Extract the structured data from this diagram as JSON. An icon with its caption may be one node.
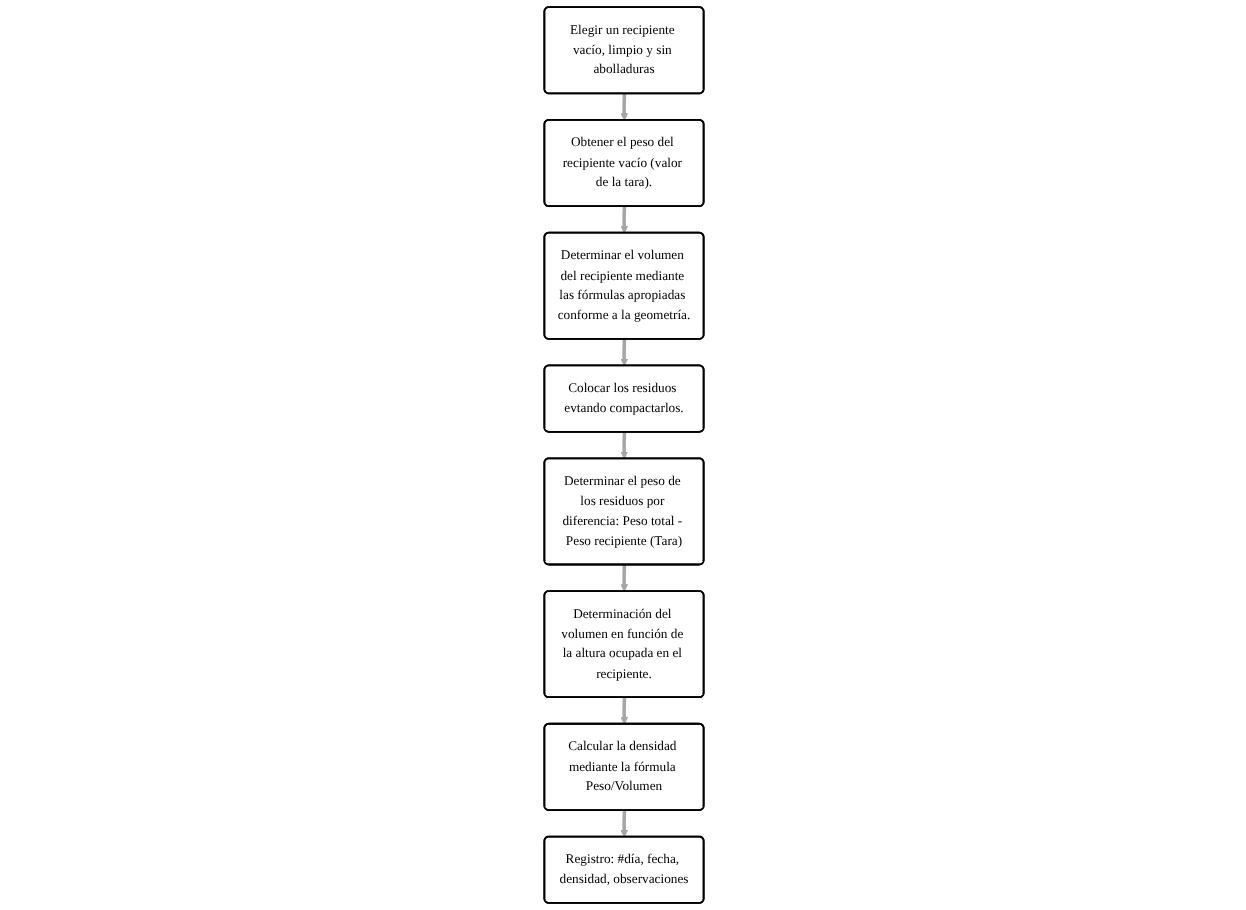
{
  "diagram": {
    "nodes": [
      {
        "text": [
          "Elegir un recipiente vacío, limpio y sin abolladuras"
        ]
      },
      {
        "text": [
          "Obtener el peso del recipiente vacío (valor de la tara)."
        ]
      },
      {
        "text": [
          "Determinar el volumen del recipiente mediante las fórmulas apropiadas conforme a la geometría."
        ]
      },
      {
        "text": [
          "Colocar los residuos evtando compactarlos."
        ]
      },
      {
        "text": [
          "Determinar el peso de los residuos por diferencia: Peso total - Peso recipiente (Tara)"
        ]
      },
      {
        "text": [
          "Determinación del volumen en función de la altura ocupada en el recipiente."
        ]
      },
      {
        "text": [
          "Calcular la densidad mediante la fórmula Peso/Volumen"
        ]
      },
      {
        "text": [
          "Registro: #día, fecha, densidad, observaciones"
        ]
      }
    ],
    "edges": [
      {
        "from": 0,
        "to": 1,
        "arrow": "to"
      },
      {
        "from": 1,
        "to": 2,
        "arrow": "to"
      },
      {
        "from": 2,
        "to": 3,
        "arrow": "to"
      },
      {
        "from": 3,
        "to": 4,
        "arrow": "to"
      },
      {
        "from": 4,
        "to": 5,
        "arrow": "to"
      },
      {
        "from": 5,
        "to": 6,
        "arrow": "to"
      },
      {
        "from": 6,
        "to": 7,
        "arrow": "to"
      }
    ]
  }
}
